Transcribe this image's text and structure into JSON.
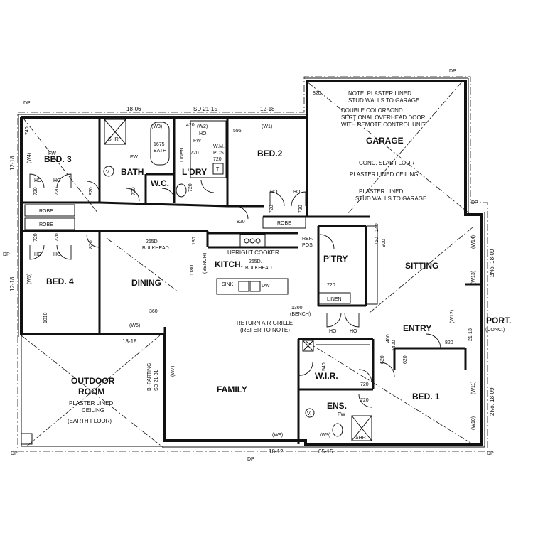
{
  "rooms": {
    "bed3": "BED. 3",
    "bath": "BATH",
    "wc": "W.C.",
    "laundry": "L'DRY",
    "bed2": "BED.2",
    "garage": "GARAGE",
    "bed4": "BED. 4",
    "dining": "DINING",
    "kitchen": "KITCH.",
    "pantry": "P'TRY",
    "sitting": "SITTING",
    "entry": "ENTRY",
    "porch": "PORT.",
    "porch_note": "(CONC.)",
    "outdoor_1": "OUTDOOR",
    "outdoor_2": "ROOM",
    "family": "FAMILY",
    "wir": "W.I.R.",
    "ens": "ENS.",
    "bed1": "BED. 1"
  },
  "fixtures": {
    "robe": "ROBE",
    "linen": "LINEN",
    "shr": "SHR",
    "fw": "FW",
    "ho": "HO",
    "v": "V.",
    "bath_size_1": "1675",
    "bath_size_2": "BATH",
    "wm_pos_1": "W.M.",
    "wm_pos_2": "POS.",
    "t": "T",
    "ref_pos_1": "REF.",
    "ref_pos_2": "POS.",
    "sink": "SINK",
    "dw": "DW"
  },
  "notes": {
    "garage_1": "NOTE: PLASTER LINED",
    "garage_2": "STUD WALLS TO GARAGE",
    "garage_3": "DOUBLE COLORBOND",
    "garage_4": "SECTIONAL OVERHEAD DOOR",
    "garage_5": "WITH REMOTE CONTROL UNIT",
    "garage_6": "CONC. SLAB FLOOR",
    "garage_7": "PLASTER LINED CEILING",
    "garage_8": "PLASTER LINED",
    "garage_9": "STUD WALLS TO GARAGE",
    "bulkhead_a1": "265D.",
    "bulkhead_a2": "BULKHEAD",
    "upright_cooker": "UPRIGHT COOKER",
    "bulkhead_b1": "265D.",
    "bulkhead_b2": "BULKHEAD",
    "bench": "(BENCH)",
    "return_air_1": "RETURN AIR GRILLE",
    "return_air_2": "(REFER TO NOTE)",
    "outdoor_3": "PLASTER LINED",
    "outdoor_4": "CEILING",
    "outdoor_5": "(EARTH FLOOR)",
    "bi_parting_1": "BI-PARTING",
    "bi_parting_2": "SD 21-31",
    "dp": "DP"
  },
  "windows": {
    "w1": "(W1)",
    "w2": "(W2)",
    "w3": "(W3)",
    "w4": "(W4)",
    "w5": "(W5)",
    "w6": "(W6)",
    "w7": "(W7)",
    "w8": "(W8)",
    "w9": "(W9)",
    "w10": "(W10)",
    "w11": "(W11)",
    "w12": "(W12)",
    "w13": "(W13)",
    "w14": "(W14)"
  },
  "dimensions": {
    "top_left": "18-06",
    "top_sd": "SD 21-15",
    "top_right": "12-18",
    "left_top": "12-18",
    "left_bottom": "12-18",
    "right_top": "2No. 18-09",
    "right_bottom": "2No. 18-09",
    "porch_side": "21-13",
    "outdoor_top": "18-18",
    "bottom_a": "18-12",
    "bottom_b": "05-15",
    "d740": "740",
    "d420": "420",
    "d595": "595",
    "d720": "720",
    "d820": "820",
    "d180": "180",
    "d1180": "1180",
    "d750": "750",
    "d140": "140",
    "d1010": "1010",
    "d360": "360",
    "d1300": "1300",
    "d540": "540",
    "d620": "620",
    "d1400": "1400",
    "d400": "400",
    "d900": "900"
  }
}
